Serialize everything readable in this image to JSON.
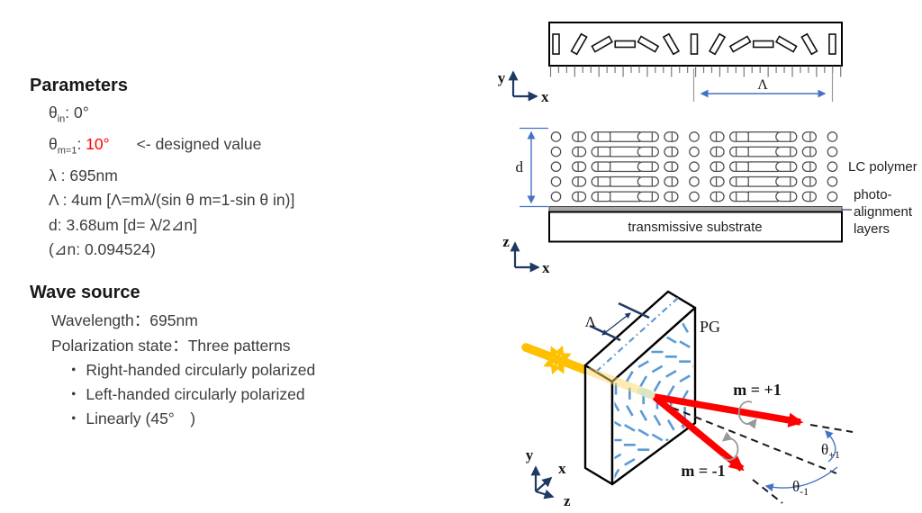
{
  "colors": {
    "navy": "#1f3864",
    "blue": "#4472c4",
    "lightblue": "#5b9bd5",
    "red": "#ff0000",
    "gold": "#ffc000",
    "gray": "#8a8a8a"
  },
  "parameters": {
    "heading": "Parameters",
    "theta_in": {
      "symbol": "θ",
      "subscript": "in",
      "value": ": 0°"
    },
    "theta_m1": {
      "symbol": "θ",
      "subscript": "m=1",
      "colon": ": ",
      "value": "10°",
      "note": "<- designed value"
    },
    "lambda": "λ : 695nm",
    "grating_period": "Λ : 4um  [Λ=mλ/(sin θ m=1-sin θ in)]",
    "thickness": "d: 3.68um  [d= λ/2⊿n]",
    "birefringence": "(⊿n: 0.094524)"
  },
  "wave_source": {
    "heading": "Wave source",
    "wavelength": "Wavelength：695nm",
    "polarization": "Polarization state：Three patterns",
    "patterns": [
      "・ Right-handed circularly polarized",
      "・ Left-handed circularly polarized",
      "・ Linearly (45°　)"
    ]
  },
  "top_view": {
    "axis_y": "y",
    "axis_x": "x",
    "period_label": "Λ"
  },
  "side_view": {
    "thickness_label": "d",
    "axis_z": "z",
    "axis_x": "x",
    "substrate_label": "transmissive substrate",
    "lc_polymer_label": "LC polymer",
    "photo_alignment_lines": [
      "photo-",
      "alignment",
      "layers"
    ]
  },
  "perspective_view": {
    "pg_label": "PG",
    "period_label": "Λ",
    "order_plus": "m = +1",
    "order_minus": "m = -1",
    "theta_plus": {
      "symbol": "θ",
      "subscript": "+1"
    },
    "theta_minus": {
      "symbol": "θ",
      "subscript": "-1"
    },
    "axis_x": "x",
    "axis_y": "y",
    "axis_z": "z"
  }
}
